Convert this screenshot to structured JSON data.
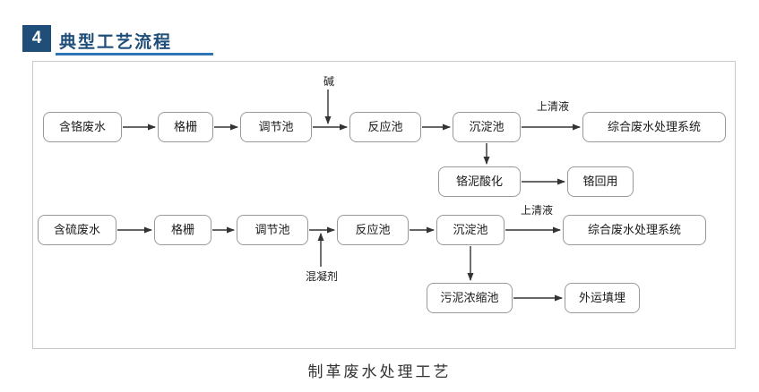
{
  "theme": {
    "accent-dark": "#1f4e79",
    "accent": "#2e75b6",
    "box-border": "#999999",
    "arrow": "#333333",
    "frame-border": "#c9c9c9"
  },
  "header": {
    "number": "4",
    "title": "典型工艺流程"
  },
  "caption": "制革废水处理工艺",
  "diagram": {
    "nodes": {
      "chrome_ww": "含铬废水",
      "grid1": "格栅",
      "regulate1": "调节池",
      "react1": "反应池",
      "settle1": "沉淀池",
      "system1": "综合废水处理系统",
      "chrome_sludge": "铬泥酸化",
      "chrome_reuse": "铬回用",
      "sulfur_ww": "含硫废水",
      "grid2": "格栅",
      "regulate2": "调节池",
      "react2": "反应池",
      "settle2": "沉淀池",
      "system2": "综合废水处理系统",
      "sludge_thicken": "污泥浓缩池",
      "landfill": "外运填埋"
    },
    "labels": {
      "alkali": "碱",
      "supernatant1": "上清液",
      "supernatant2": "上清液",
      "coagulant": "混凝剂"
    },
    "flows": {
      "chrome_line": [
        "含铬废水",
        "格栅",
        "调节池",
        "反应池",
        "沉淀池",
        "综合废水处理系统"
      ],
      "chrome_branch": [
        "沉淀池",
        "铬泥酸化",
        "铬回用"
      ],
      "sulfur_line": [
        "含硫废水",
        "格栅",
        "调节池",
        "反应池",
        "沉淀池",
        "综合废水处理系统"
      ],
      "sulfur_branch": [
        "沉淀池",
        "污泥浓缩池",
        "外运填埋"
      ]
    }
  }
}
